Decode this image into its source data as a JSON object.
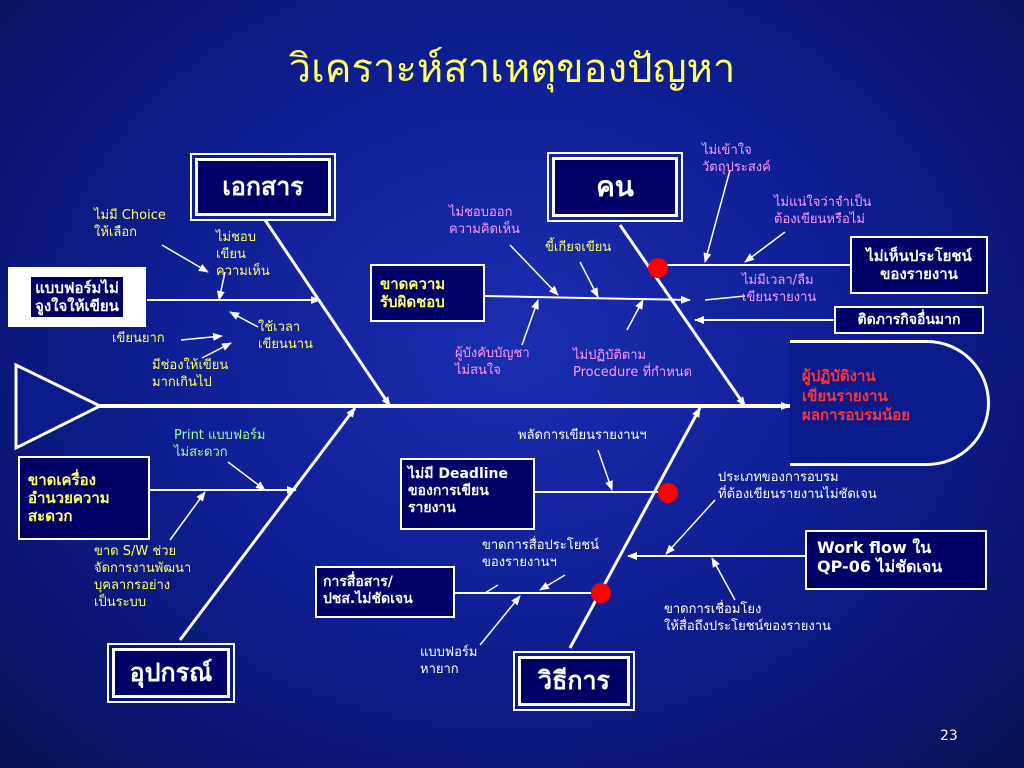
{
  "title": "วิเคราะห์สาเหตุของปัญหา",
  "effect": "ผู้ปฏิบัติงาน\nเขียนรายงาน\nผลการอบรมน้อย",
  "categories": {
    "document": "เอกสาร",
    "people": "คน",
    "equipment": "อุปกรณ์",
    "method": "วิธีการ"
  },
  "cause_boxes": {
    "form_unmotivating": "แบบฟอร์มไม่\nจูงใจให้เขียน",
    "lack_responsibility": "ขาดความ\nรับผิดชอบ",
    "no_benefit": "ไม่เห็นประโยชน์\nของรายงาน",
    "other_work": "ติดภารกิจอื่นมาก",
    "lack_tools": "ขาดเครื่อง\nอำนวยความ\nสะดวก",
    "no_deadline": "ไม่มี Deadline\nของการเขียน\nรายงาน",
    "communication": "การสื่อสาร/\nปชส.ไม่ชัดเจน",
    "workflow": "Work flow ใน\nQP-06 ไม่ชัดเจน"
  },
  "labels": {
    "no_choice": "ไม่มี Choice\nให้เลือก",
    "not_like_writing": "ไม่ชอบ\nเขียน\nความเห็น",
    "hard_to_write": "เขียนยาก",
    "takes_long": "ใช้เวลา\nเขียนนาน",
    "too_many_fields": "มีช่องให้เขียน\nมากเกินไป",
    "not_understand": "ไม่เข้าใจ\nวัตถุประสงค์",
    "unsure_required": "ไม่แน่ใจว่าจำเป็น\nต้องเขียนหรือไม่",
    "not_like_opinion": "ไม่ชอบออก\nความคิดเห็น",
    "lazy": "ขี้เกียจเขียน",
    "no_time": "ไม่มีเวลา/ลืม\nเขียนรายงาน",
    "supervisor": "ผู้บังคับบัญชา\nไม่สนใจ",
    "not_follow": "ไม่ปฏิบัติตาม\nProcedure ที่กำหนด",
    "print_form": "Print แบบฟอร์ม\nไม่สะดวก",
    "no_software": "ขาด S/W ช่วย\nจัดการงานพัฒนา\nบุคลากรอย่าง\nเป็นระบบ",
    "postpone": "พลัดการเขียนรายงานฯ",
    "training_type": "ประเภทของการอบรม\nที่ต้องเขียนรายงานไม่ชัดเจน",
    "no_comm_benefit": "ขาดการสื่อประโยชน์\nของรายงานฯ",
    "no_link": "ขาดการเชื่อมโยง\nให้สื่อถึงประโยชน์ของรายงาน",
    "form_hard_find": "แบบฟอร์ม\nหายาก"
  },
  "page_number": "23",
  "colors": {
    "background": "#0f1f95",
    "title": "#ffff66",
    "effect_text": "#ff3333",
    "marker": "#ff0000",
    "label_yellow": "#ffff66",
    "label_green": "#99ff99",
    "label_pink": "#ff99ff"
  }
}
